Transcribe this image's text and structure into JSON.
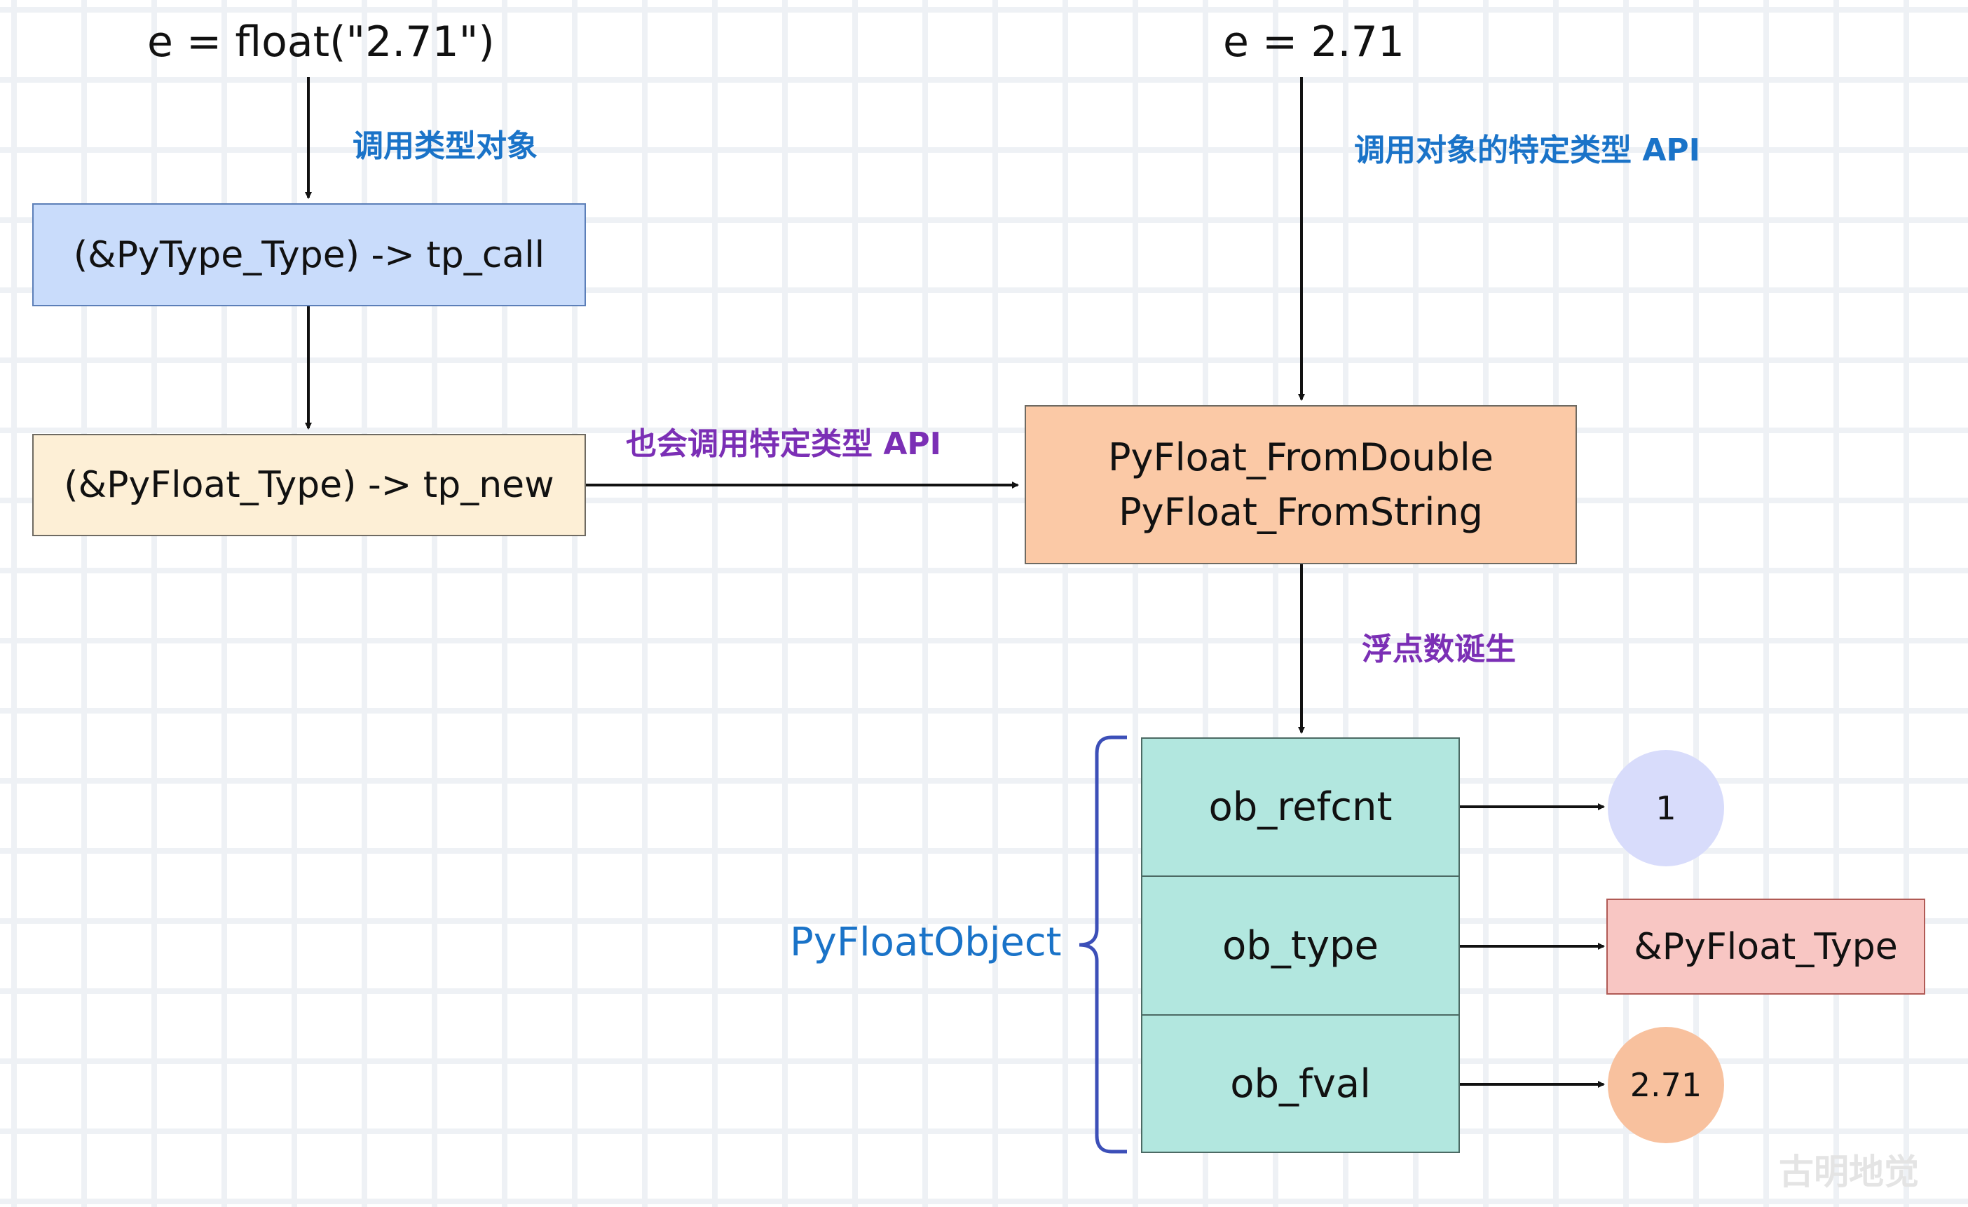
{
  "left_expr": "e = float(\"2.71\")",
  "right_expr": "e = 2.71",
  "label_call_type": "调用类型对象",
  "label_call_api": "调用对象的特定类型 API",
  "label_also_api": "也会调用特定类型 API",
  "label_birth": "浮点数诞生",
  "box_tp_call": "(&PyType_Type) -> tp_call",
  "box_tp_new": "(&PyFloat_Type) -> tp_new",
  "box_from_double": "PyFloat_FromDouble",
  "box_from_string": "PyFloat_FromString",
  "struct_name": "PyFloatObject",
  "fields": [
    "ob_refcnt",
    "ob_type",
    "ob_fval"
  ],
  "val_refcnt": "1",
  "val_type": "&PyFloat_Type",
  "val_fval": "2.71",
  "watermark": "古明地觉",
  "colors": {
    "blue_box": "#c9dcfb",
    "cream_box": "#fdefd6",
    "orange_box": "#fbc9a6",
    "teal": "#b2e7df",
    "lavender": "#d8dcfb",
    "pink": "#f8c6c3",
    "peach": "#f8c19e",
    "label_blue": "#1a73c8",
    "label_purple": "#7b2fb5",
    "brace": "#3c4fb8"
  }
}
